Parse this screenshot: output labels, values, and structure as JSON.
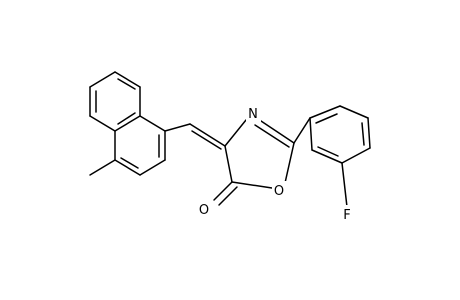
{
  "molecule": {
    "atoms": {
      "N": "N",
      "O_ring": "O",
      "O_carbonyl": "O",
      "F": "F"
    }
  },
  "colors": {
    "background": "#ffffff",
    "bond": "#000000",
    "label": "#000000"
  }
}
